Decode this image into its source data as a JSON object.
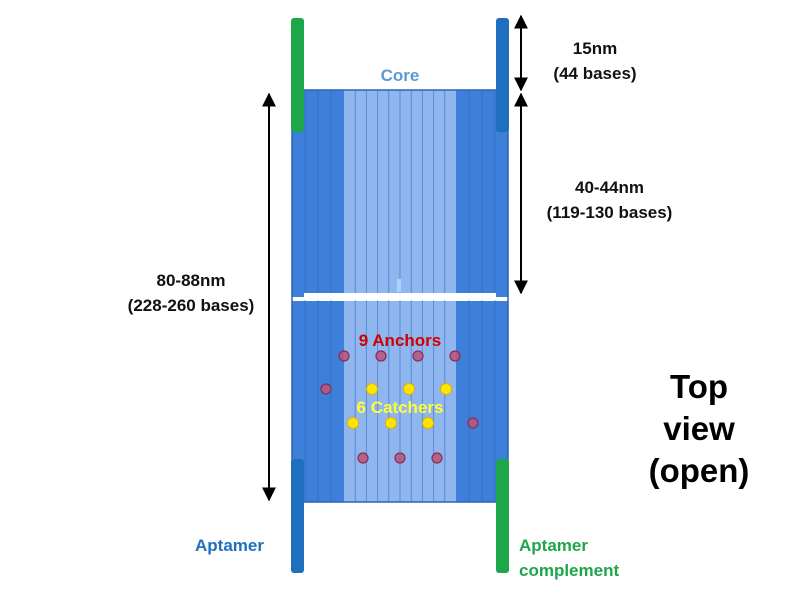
{
  "colors": {
    "core_label": "#5b9bd5",
    "anchors": "#d00000",
    "catchers": "#ffff33",
    "aptamer_blue": "#1f6fbf",
    "aptamer_green": "#1ea64a",
    "panel_dark": "#3d7fd9",
    "panel_light": "#8fb6ef",
    "strip_line": "#2d64b8",
    "anchor_dot": "#b8557a",
    "catcher_dot": "#ffe600"
  },
  "labels": {
    "core": "Core",
    "anchors": "9 Anchors",
    "catchers": "6 Catchers",
    "aptamer": "Aptamer",
    "aptamer_complement_line1": "Aptamer",
    "aptamer_complement_line2": "complement",
    "top_view_line1": "Top",
    "top_view_line2": "view",
    "top_view_line3": "(open)"
  },
  "dimensions": {
    "total": {
      "nm": "80-88nm",
      "bases": "(228-260 bases)"
    },
    "half": {
      "nm": "40-44nm",
      "bases": "(119-130 bases)"
    },
    "aptamer_overlap": {
      "nm": "15nm",
      "bases": "(44 bases)"
    }
  },
  "counts": {
    "anchors": 9,
    "catchers": 6
  }
}
